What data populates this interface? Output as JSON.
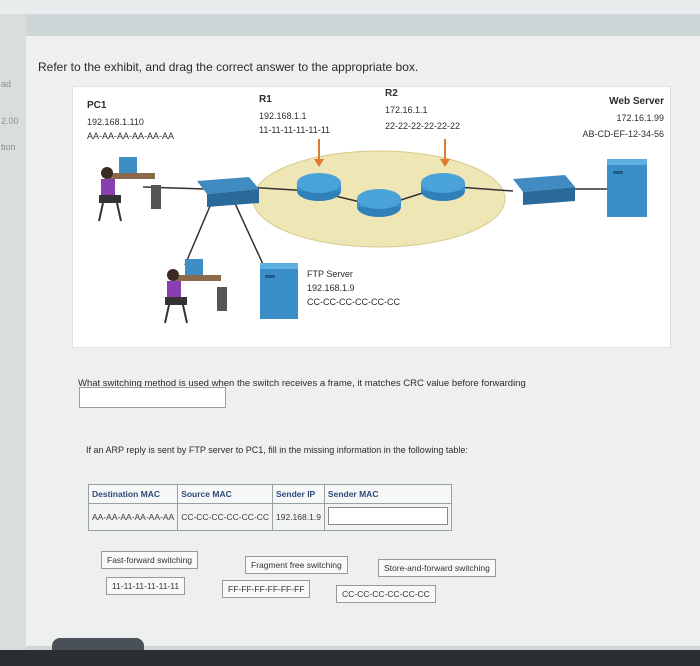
{
  "sidebar": {
    "frag1": "ad",
    "frag2": "2.00",
    "frag3": "tion"
  },
  "question": "Refer to the exhibit, and drag the correct answer to the appropriate box.",
  "exhibit": {
    "pc1": {
      "name": "PC1",
      "ip": "192.168.1.110",
      "mac": "AA-AA-AA-AA-AA-AA"
    },
    "r1": {
      "name": "R1",
      "ip": "192.168.1.1",
      "mac": "11-11-11-11-11-11"
    },
    "r2": {
      "name": "R2",
      "ip": "172.16.1.1",
      "mac": "22-22-22-22-22-22"
    },
    "web": {
      "name": "Web Server",
      "ip": "172.16.1.99",
      "mac": "AB-CD-EF-12-34-56"
    },
    "ftp": {
      "name": "FTP Server",
      "ip": "192.168.1.9",
      "mac": "CC-CC-CC-CC-CC-CC"
    }
  },
  "switching_question": "What switching method is used when the switch receives a frame, it matches CRC value before forwarding",
  "arp_question": "If an ARP reply is sent by FTP server to PC1, fill in the missing information in the following table:",
  "table": {
    "headers": [
      "Destination MAC",
      "Source MAC",
      "Sender IP",
      "Sender MAC"
    ],
    "row": [
      "AA-AA-AA-AA-AA-AA",
      "CC-CC-CC-CC-CC-CC",
      "192.168.1.9",
      ""
    ]
  },
  "answers": {
    "a1": "Fast-forward switching",
    "a2": "Fragment free switching",
    "a3": "Store-and-forward switching",
    "a4": "11-11-11-11-11-11",
    "a5": "FF-FF-FF-FF-FF-FF",
    "a6": "CC-CC-CC-CC-CC-CC"
  }
}
